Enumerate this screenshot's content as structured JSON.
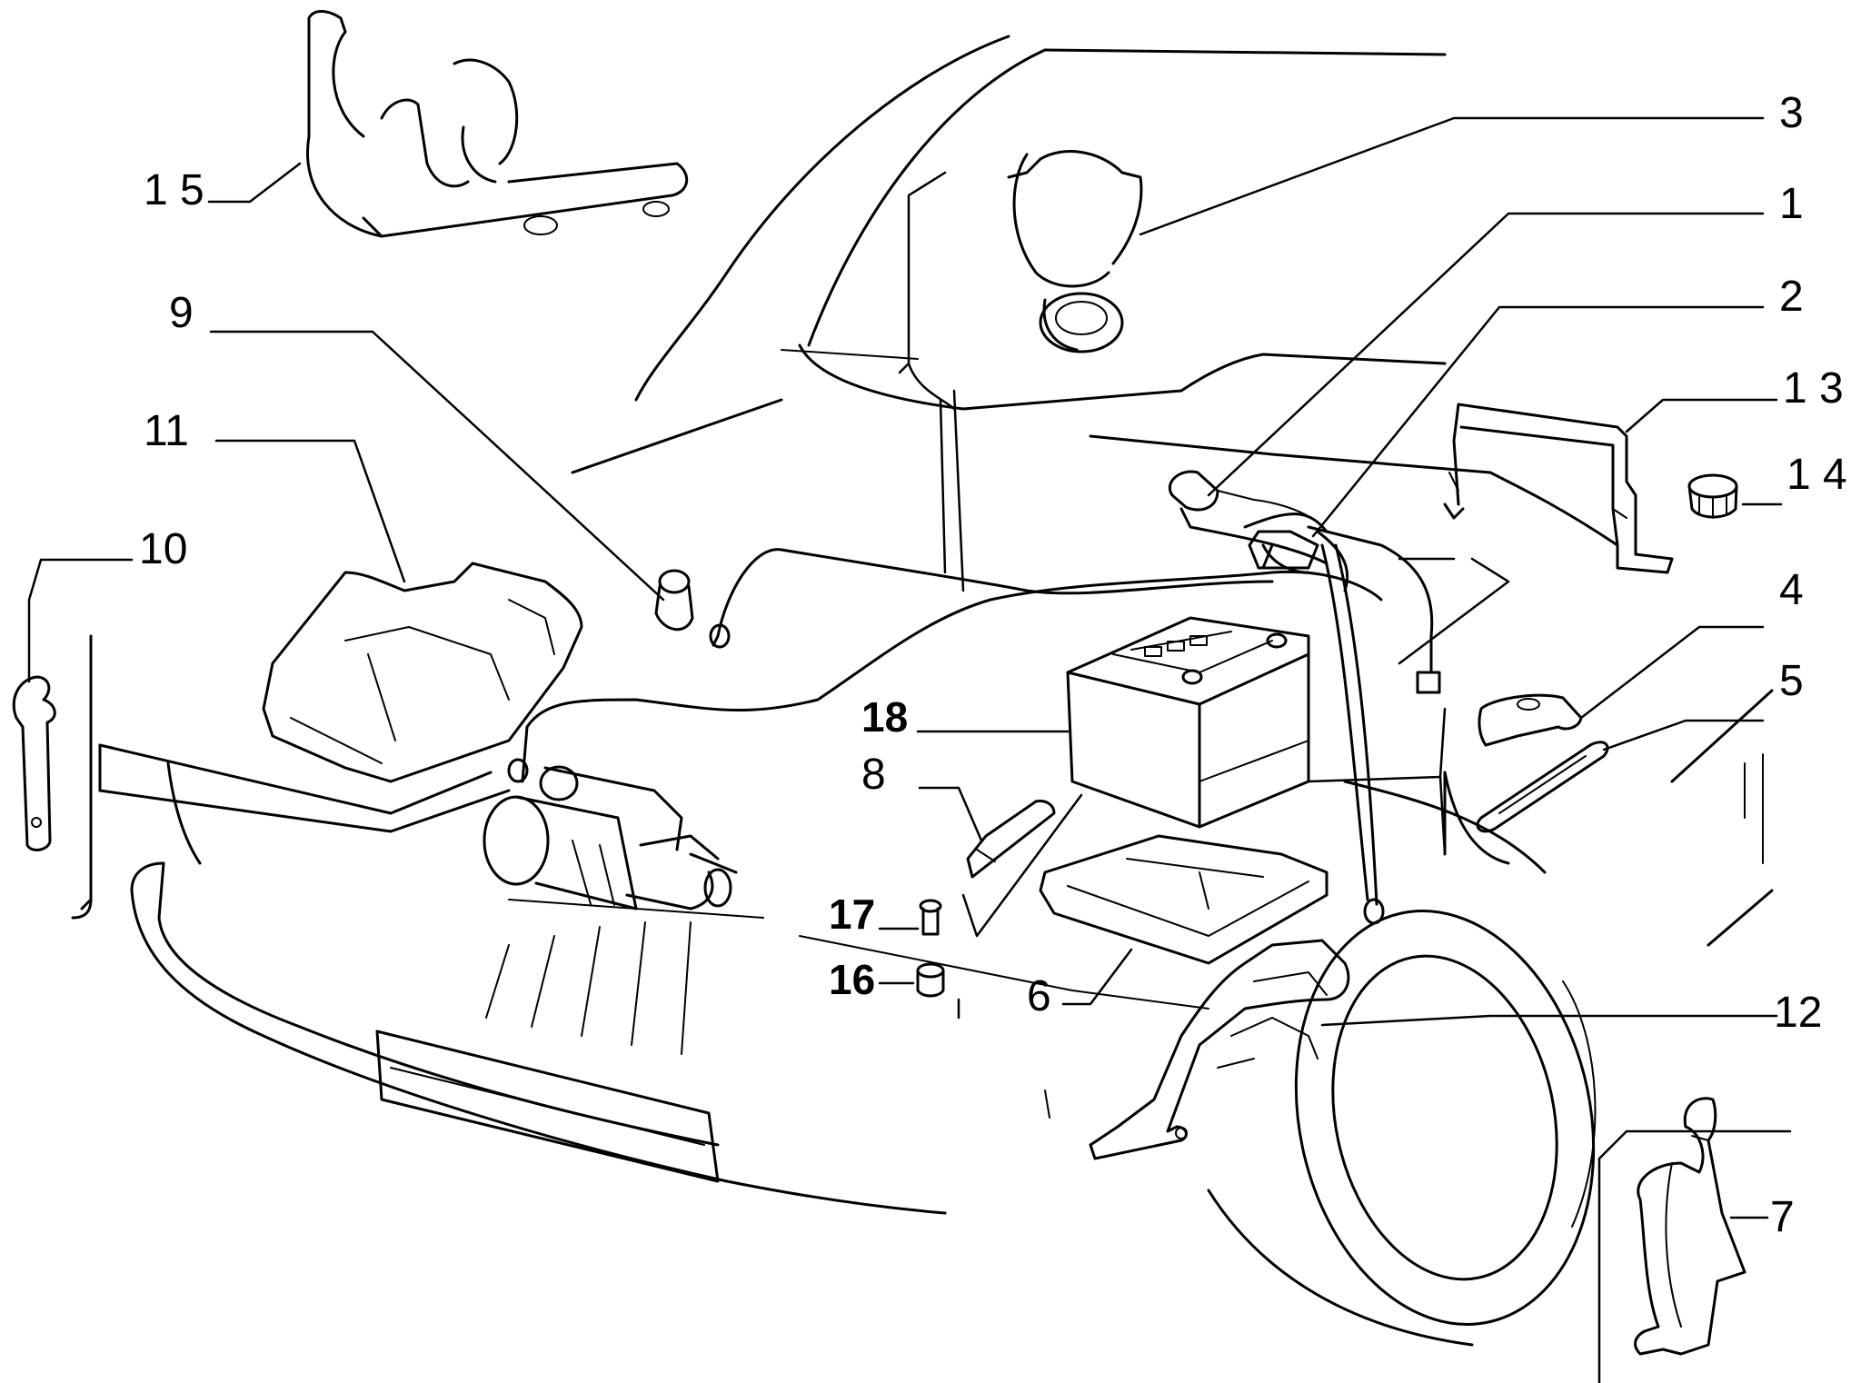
{
  "callouts": {
    "c1": "1",
    "c2": "2",
    "c3": "3",
    "c4": "4",
    "c5": "5",
    "c6": "6",
    "c7": "7",
    "c8": "8",
    "c9": "9",
    "c10": "10",
    "c11": "11",
    "c12": "12",
    "c13": "1 3",
    "c14": "1 4",
    "c15": "1 5",
    "c16": "16",
    "c17": "17",
    "c18": "18"
  }
}
